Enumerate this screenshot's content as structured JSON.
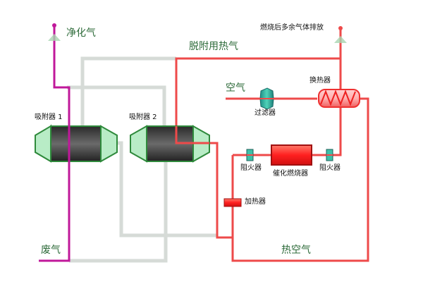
{
  "colors": {
    "waste_gas_pipe": "#c0189a",
    "hot_pipe": "#ee4a4a",
    "cold_pipe": "#d6dbd7",
    "adsorber_body": "#3a3a3a",
    "adsorber_cap": "#b8ecc6",
    "adsorber_border": "#2f8a3c",
    "component_teal": "#3cc0a8",
    "burner_red": "#f03030",
    "label_green": "#2e6b3a"
  },
  "labels": {
    "clean_gas": "净化气",
    "exhaust_after_combustion": "燃烧后多余气体排放",
    "desorption_hot_air": "脱附用热气",
    "air": "空气",
    "filter": "过滤器",
    "heat_exchanger": "换热器",
    "adsorber_1": "吸附器 1",
    "adsorber_2": "吸附器 2",
    "flame_arrester_left": "阻火器",
    "flame_arrester_right": "阻火器",
    "catalytic_burner": "催化燃烧器",
    "heater": "加热器",
    "waste_gas": "废气",
    "hot_air": "热空气"
  }
}
